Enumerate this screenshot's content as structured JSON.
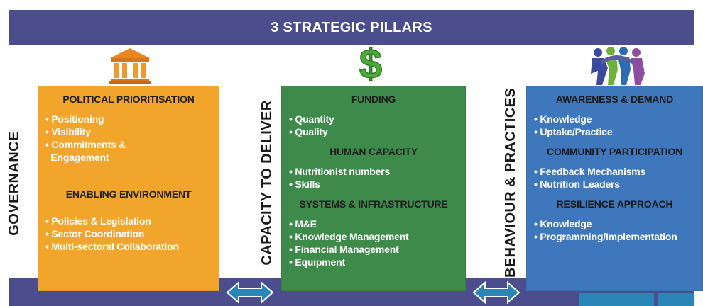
{
  "banner": {
    "title": "3 STRATEGIC PILLARS"
  },
  "colors": {
    "banner": "#4b4d8c",
    "governance_box": "#f2a52b",
    "capacity_box": "#3d8a4a",
    "behaviour_box": "#3f77bd",
    "arrow": "#2a86b6"
  },
  "pillars": [
    {
      "side_label": "GOVERNANCE",
      "icon": "government-building-icon",
      "sections": [
        {
          "heading": "POLITICAL PRIORITISATION",
          "bullets": [
            "• Positioning",
            "• Visibility",
            "• Commitments &",
            "  Engagement"
          ]
        },
        {
          "heading": "ENABLING ENVIRONMENT",
          "bullets": [
            "• Policies & Legislation",
            "• Sector Coordination",
            "• Multi-sectoral Collaboration"
          ]
        }
      ]
    },
    {
      "side_label": "CAPACITY TO DELIVER",
      "icon": "dollar-sign-icon",
      "sections": [
        {
          "heading": "FUNDING",
          "bullets": [
            "• Quantity",
            "• Quality"
          ]
        },
        {
          "heading": "HUMAN CAPACITY",
          "bullets": [
            "• Nutritionist numbers",
            "• Skills"
          ]
        },
        {
          "heading": "SYSTEMS & INFRASTRUCTURE",
          "bullets": [
            "• M&E",
            "• Knowledge Management",
            "• Financial Management",
            "• Equipment"
          ]
        }
      ]
    },
    {
      "side_label": "BEHAVIOUR & PRACTICES",
      "icon": "community-group-icon",
      "sections": [
        {
          "heading": "AWARENESS & DEMAND",
          "bullets": [
            "• Knowledge",
            "• Uptake/Practice"
          ]
        },
        {
          "heading": "COMMUNITY PARTICIPATION",
          "bullets": [
            "• Feedback Mechanisms",
            "• Nutrition Leaders"
          ]
        },
        {
          "heading": "RESILIENCE APPROACH",
          "bullets": [
            "• Knowledge",
            "• Programming/Implementation"
          ]
        }
      ]
    }
  ]
}
